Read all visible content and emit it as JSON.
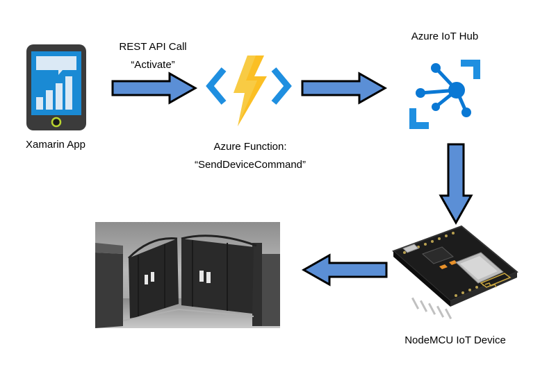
{
  "nodes": {
    "app": {
      "label": "Xamarin App",
      "icon": "mobile-phone-icon"
    },
    "function": {
      "label_line1": "Azure Function:",
      "label_line2": "“SendDeviceCommand”",
      "icon": "azure-function-icon"
    },
    "iothub": {
      "label": "Azure IoT Hub",
      "icon": "azure-iot-hub-icon"
    },
    "device": {
      "label": "NodeMCU IoT Device",
      "icon": "nodemcu-board-icon"
    },
    "gate": {
      "icon": "gate-photo"
    }
  },
  "edges": {
    "app_to_function": {
      "label_line1": "REST API Call",
      "label_line2": "“Activate”"
    }
  },
  "colors": {
    "arrow_fill": "#5b8fd6",
    "arrow_stroke": "#000000",
    "azure_blue": "#0a78d4",
    "bolt_yellow": "#fbbf24",
    "phone_body": "#3a3a3a",
    "phone_screen": "#1a8ad4"
  }
}
